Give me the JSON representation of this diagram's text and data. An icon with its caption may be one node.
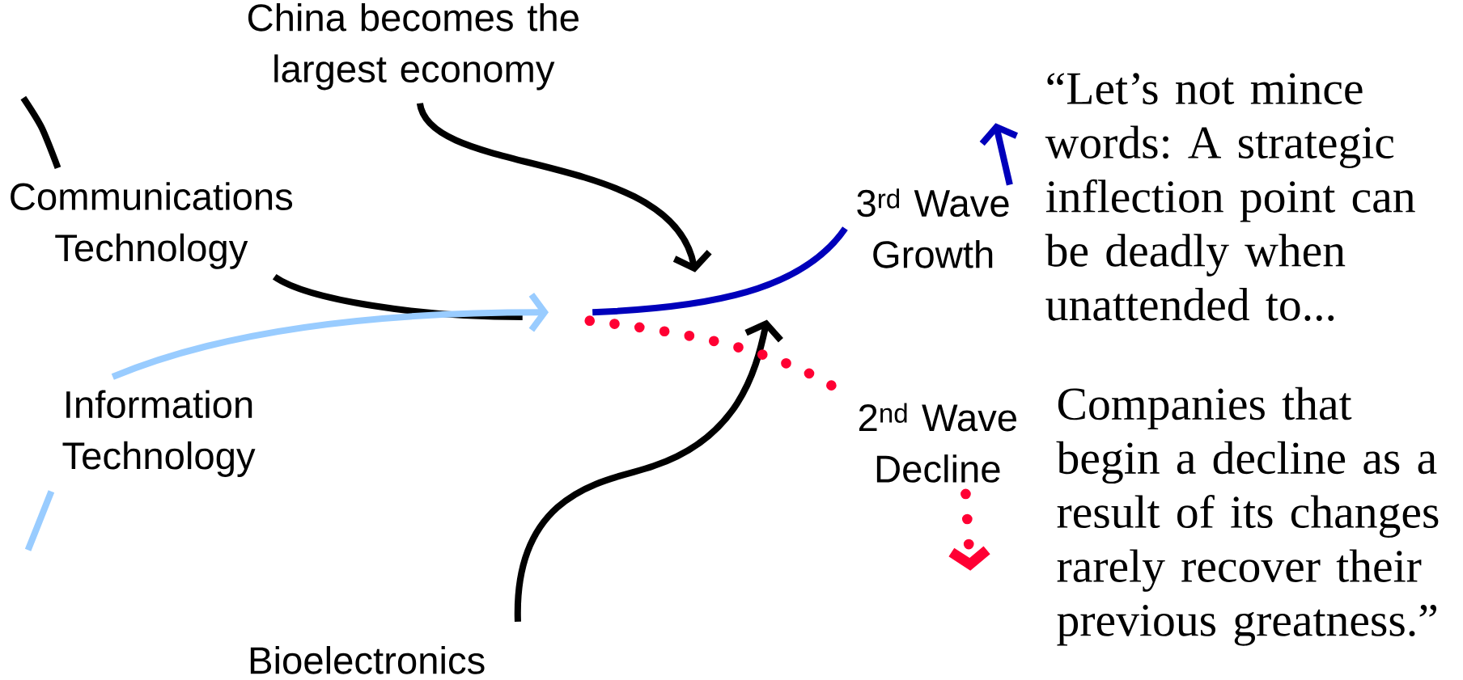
{
  "diagram": {
    "nodes": [
      {
        "text": [
          "Communications Technology"
        ]
      },
      {
        "text": [
          "Information Technology"
        ]
      },
      {
        "text": [
          "China becomes the largest economy"
        ]
      },
      {
        "text": [
          "Bioelectronics"
        ]
      },
      {
        "text": [
          "3$^{rd}$ Wave Growth"
        ]
      },
      {
        "text": [
          "2$^{nd}$ Wave Decline"
        ]
      }
    ],
    "edges": [
      {
        "from": 0,
        "to": null,
        "arrow": "none"
      },
      {
        "from": 1,
        "to": null,
        "arrow": "to",
        "color": "#99ccff"
      },
      {
        "from": 2,
        "to": null,
        "arrow": "to"
      },
      {
        "from": 3,
        "to": null,
        "arrow": "to"
      },
      {
        "from": null,
        "to": 4,
        "arrow": "none",
        "color": "#0000bb"
      },
      {
        "from": 4,
        "to": null,
        "arrow": "to",
        "color": "#0000bb"
      },
      {
        "from": null,
        "to": 5,
        "arrow": "none",
        "style": "dashed",
        "color": "#ff0033"
      },
      {
        "from": 5,
        "to": null,
        "arrow": "to",
        "style": "dashed",
        "color": "#ff0033"
      }
    ],
    "labels": [
      "“Let’s not mince words: A strategic inflection point can be deadly when unattended to...",
      "Companies that begin a decline as a result of its changes rarely recover their previous greatness.”"
    ]
  }
}
